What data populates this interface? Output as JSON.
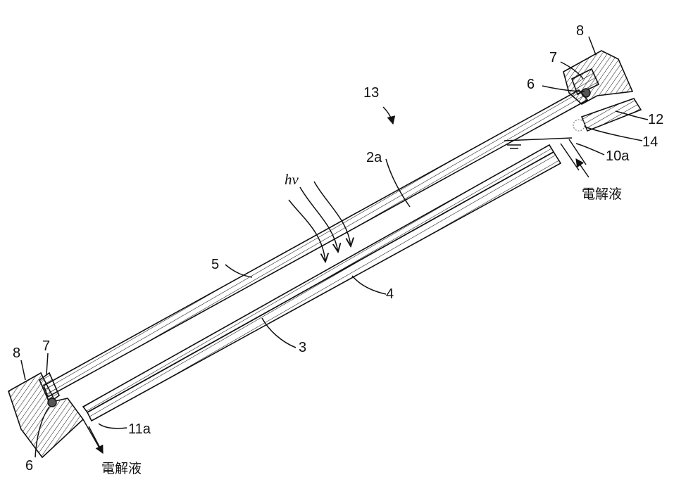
{
  "labels": {
    "cell": "13",
    "window_space": "2a",
    "light": "hν",
    "window": "5",
    "layer4": "4",
    "substrate": "3",
    "frame_left": "8",
    "frame_right": "8",
    "seal_left": "7",
    "seal_right": "7",
    "oring_left": "6",
    "oring_right": "6",
    "part12": "12",
    "bubble": "14",
    "inlet": "10a",
    "outlet": "11a"
  },
  "electrolyte_in": "電解液",
  "electrolyte_out": "電解液",
  "colors": {
    "line": "#111111",
    "background": "#ffffff",
    "bubble": "#888888"
  }
}
